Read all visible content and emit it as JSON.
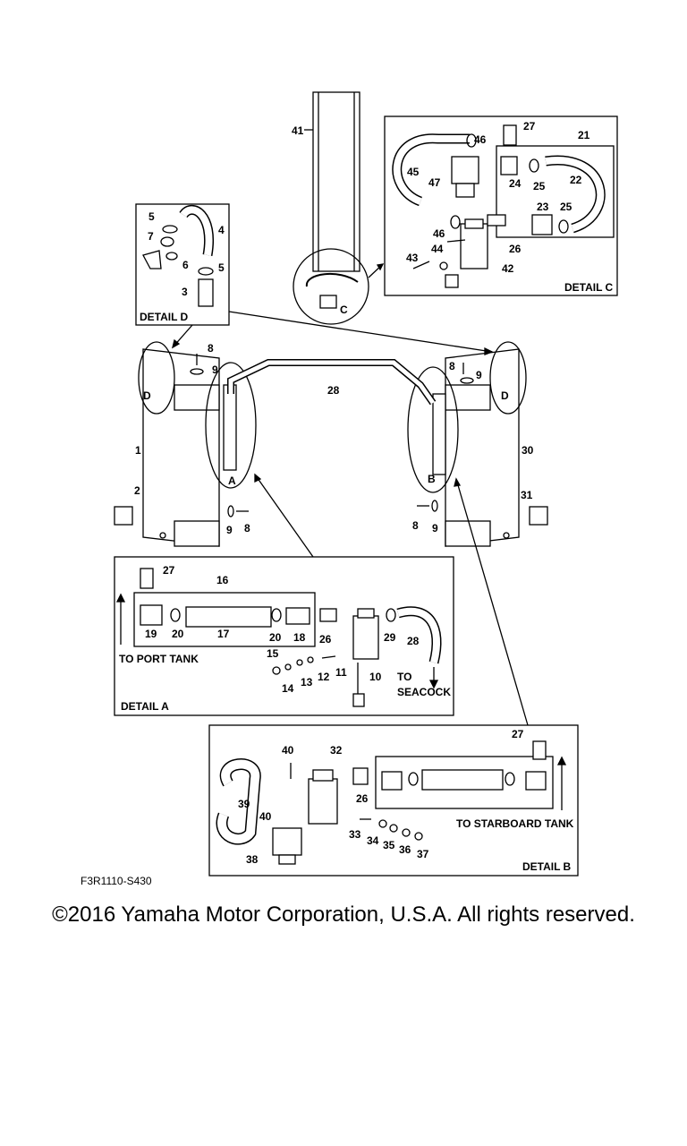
{
  "diagram_code": "F3R1110-S430",
  "copyright": "©2016 Yamaha Motor Corporation, U.S.A. All rights reserved.",
  "details": {
    "a": "DETAIL A",
    "b": "DETAIL B",
    "c": "DETAIL C",
    "d": "DETAIL D"
  },
  "callouts": {
    "a": "A",
    "b": "B",
    "c": "C",
    "d": "D"
  },
  "notes": {
    "to_port_tank": "TO PORT TANK",
    "to_seacock_1": "TO",
    "to_seacock_2": "SEACOCK",
    "to_starboard_tank": "TO STARBOARD TANK"
  },
  "part_numbers": [
    "1",
    "2",
    "3",
    "4",
    "5",
    "6",
    "7",
    "8",
    "9",
    "10",
    "11",
    "12",
    "13",
    "14",
    "15",
    "16",
    "17",
    "18",
    "19",
    "20",
    "21",
    "22",
    "23",
    "24",
    "25",
    "26",
    "27",
    "28",
    "29",
    "30",
    "31",
    "32",
    "33",
    "34",
    "35",
    "36",
    "37",
    "38",
    "39",
    "40",
    "41",
    "42",
    "43",
    "44",
    "45",
    "46",
    "47"
  ]
}
